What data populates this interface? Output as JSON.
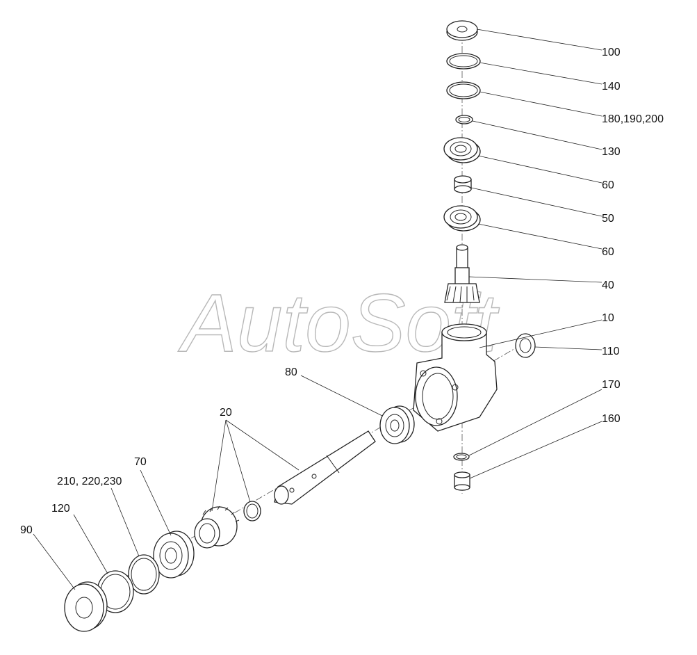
{
  "watermark": "AutoSoft",
  "callouts": [
    {
      "id": "100",
      "text": "100"
    },
    {
      "id": "140",
      "text": "140"
    },
    {
      "id": "180",
      "text": "180,190,200"
    },
    {
      "id": "130",
      "text": "130"
    },
    {
      "id": "60a",
      "text": "60"
    },
    {
      "id": "50",
      "text": "50"
    },
    {
      "id": "60b",
      "text": "60"
    },
    {
      "id": "40",
      "text": "40"
    },
    {
      "id": "10",
      "text": "10"
    },
    {
      "id": "110",
      "text": "110"
    },
    {
      "id": "170",
      "text": "170"
    },
    {
      "id": "160",
      "text": "160"
    },
    {
      "id": "80",
      "text": "80"
    },
    {
      "id": "20",
      "text": "20"
    },
    {
      "id": "70",
      "text": "70"
    },
    {
      "id": "210",
      "text": "210, 220,230"
    },
    {
      "id": "120",
      "text": "120"
    },
    {
      "id": "90",
      "text": "90"
    }
  ]
}
